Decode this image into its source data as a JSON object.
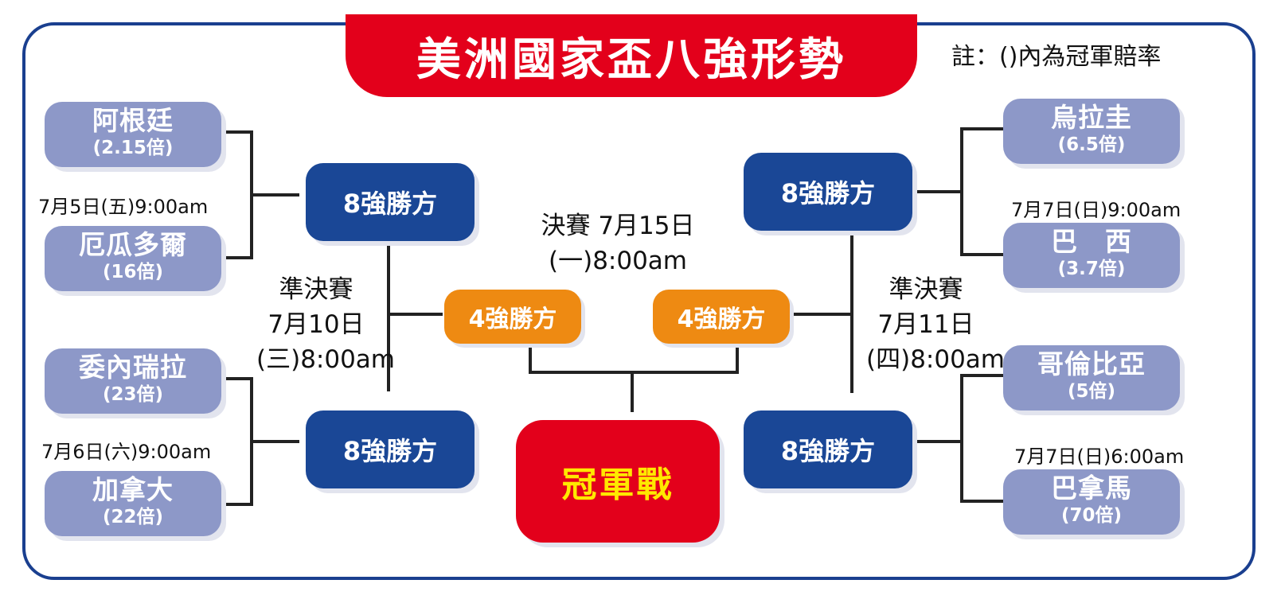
{
  "title": "美洲國家盃八強形勢",
  "note": "註：()內為冠軍賠率",
  "teams": [
    {
      "name": "阿根廷",
      "odds": "(2.15倍)"
    },
    {
      "name": "厄瓜多爾",
      "odds": "(16倍)"
    },
    {
      "name": "委內瑞拉",
      "odds": "(23倍)"
    },
    {
      "name": "加拿大",
      "odds": "(22倍)"
    },
    {
      "name": "烏拉圭",
      "odds": "(6.5倍)"
    },
    {
      "name": "巴　西",
      "odds": "(3.7倍)"
    },
    {
      "name": "哥倫比亞",
      "odds": "(5倍)"
    },
    {
      "name": "巴拿馬",
      "odds": "(70倍)"
    }
  ],
  "qf_dates": [
    "7月5日(五)9:00am",
    "7月6日(六)9:00am",
    "7月7日(日)9:00am",
    "7月7日(日)6:00am"
  ],
  "qf_winner_label": "8強勝方",
  "sf_winner_label": "4強勝方",
  "final_label": "冠軍戰",
  "semi_left": {
    "title": "準決賽",
    "date": "7月10日",
    "time": "(三)8:00am"
  },
  "semi_right": {
    "title": "準決賽",
    "date": "7月11日",
    "time": "(四)8:00am"
  },
  "final_info": {
    "line1": "決賽 7月15日",
    "line2": "(一)8:00am"
  },
  "colors": {
    "frame": "#1a3f8f",
    "title_bg": "#e3001b",
    "team_bg": "#8d98c8",
    "qf_bg": "#1a4796",
    "sf_bg": "#ee8a12",
    "final_text": "#ffe800"
  }
}
